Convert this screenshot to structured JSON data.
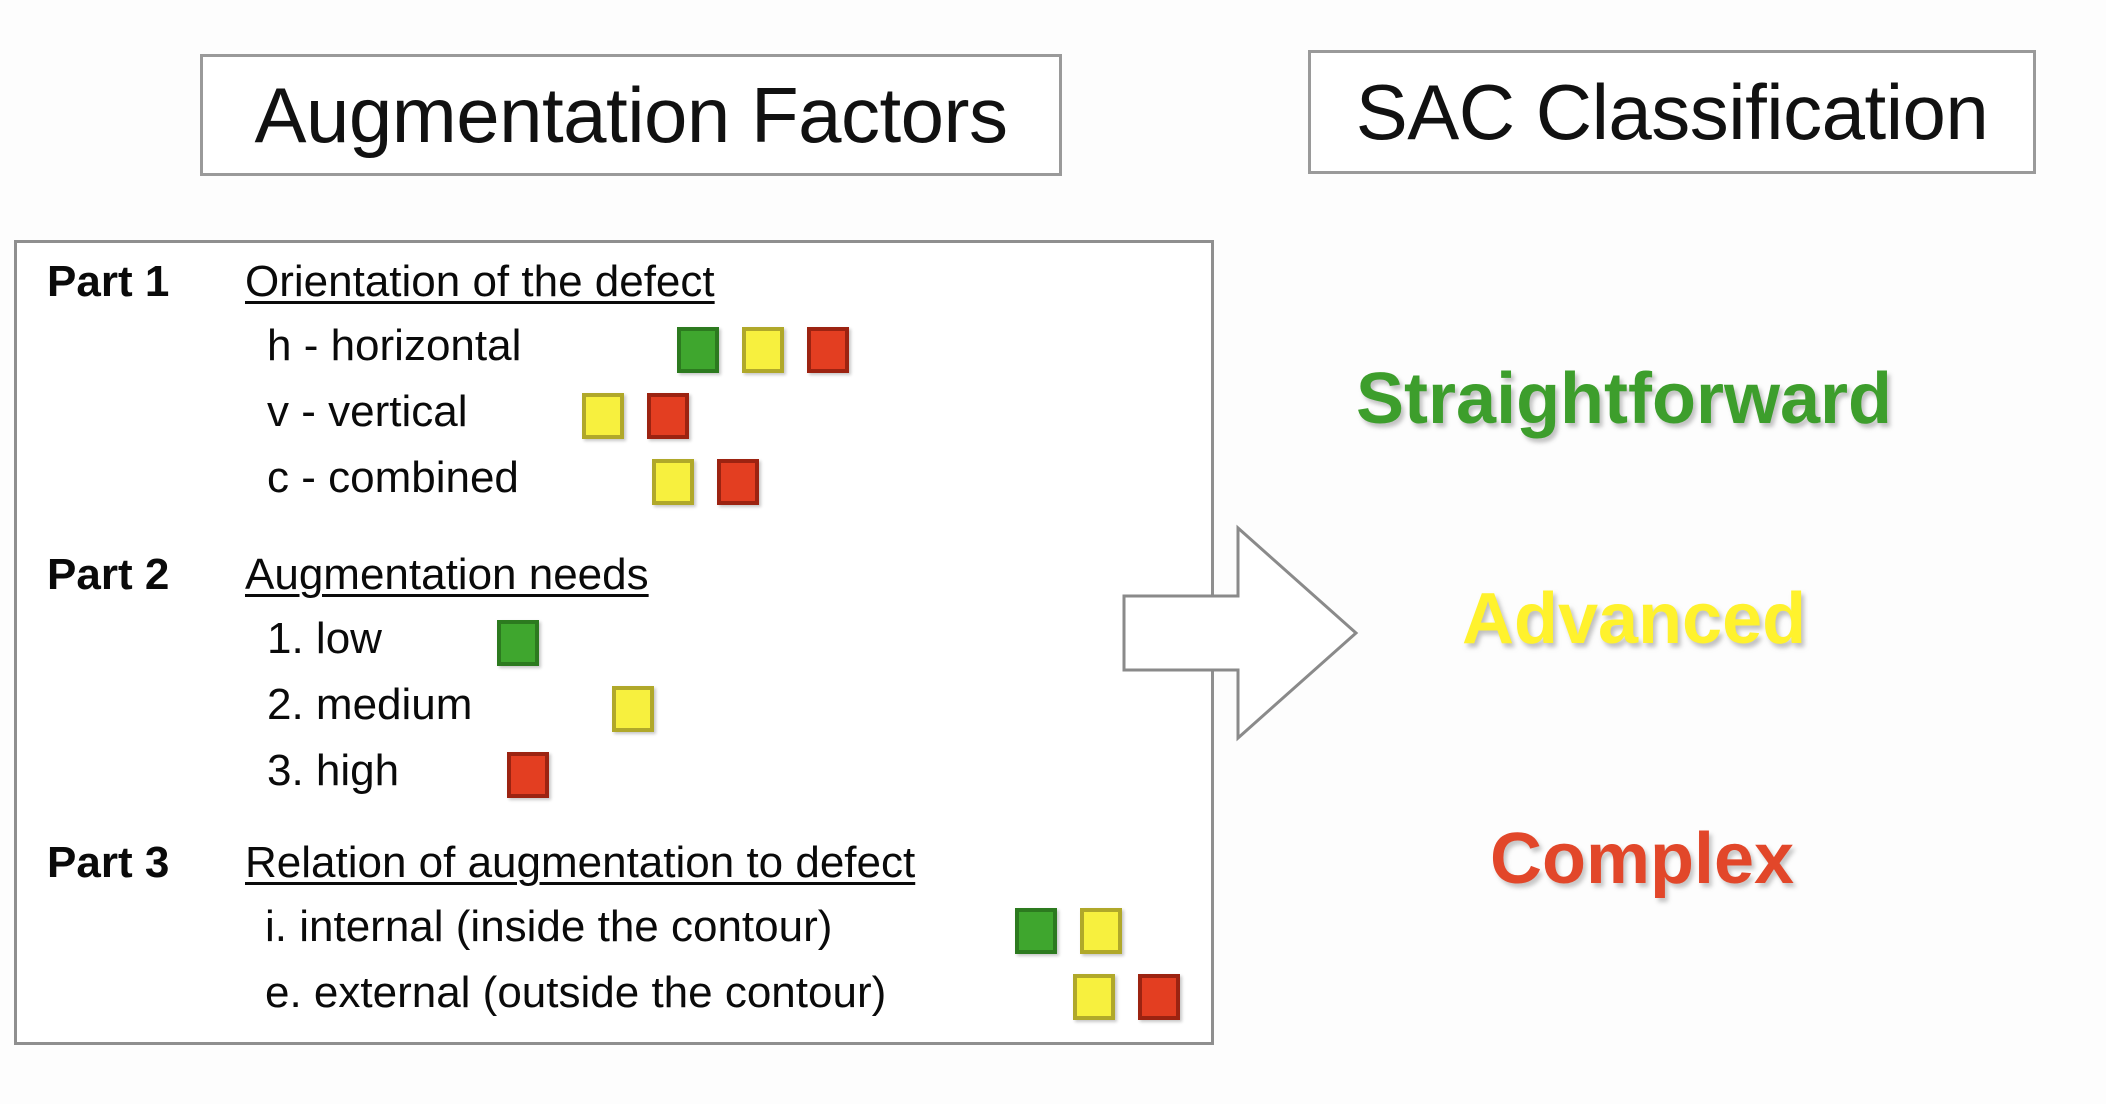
{
  "headers": {
    "left_title": "Augmentation Factors",
    "right_title": "SAC Classification"
  },
  "colors": {
    "green": "#3fa62e",
    "yellow": "#f7f03e",
    "red": "#e33e21",
    "straightforward_text": "#3d9e2c",
    "advanced_text": "#fff22d",
    "complex_text": "#e2472a",
    "box_border": "#8f8f8f"
  },
  "factors": {
    "parts": [
      {
        "label": "Part 1",
        "title": "Orientation of the defect",
        "options": [
          {
            "text": "h - horizontal",
            "swatches": [
              "green",
              "yellow",
              "red"
            ]
          },
          {
            "text": "v - vertical",
            "swatches": [
              "yellow",
              "red"
            ]
          },
          {
            "text": "c - combined",
            "swatches": [
              "yellow",
              "red"
            ]
          }
        ]
      },
      {
        "label": "Part 2",
        "title": "Augmentation needs",
        "options": [
          {
            "text": "1. low",
            "swatches": [
              "green"
            ]
          },
          {
            "text": "2. medium",
            "swatches": [
              "yellow"
            ]
          },
          {
            "text": "3. high",
            "swatches": [
              "red"
            ]
          }
        ]
      },
      {
        "label": "Part 3",
        "title": "Relation of augmentation to defect",
        "options": [
          {
            "text": "i. internal (inside the contour)",
            "swatches": [
              "green",
              "yellow"
            ]
          },
          {
            "text": "e. external (outside the contour)",
            "swatches": [
              "yellow",
              "red"
            ]
          }
        ]
      }
    ]
  },
  "classification": {
    "items": [
      {
        "label": "Straightforward",
        "color_key": "green"
      },
      {
        "label": "Advanced",
        "color_key": "yellow"
      },
      {
        "label": "Complex",
        "color_key": "red"
      }
    ]
  },
  "arrow": {
    "icon": "right-arrow-icon",
    "direction": "right"
  }
}
